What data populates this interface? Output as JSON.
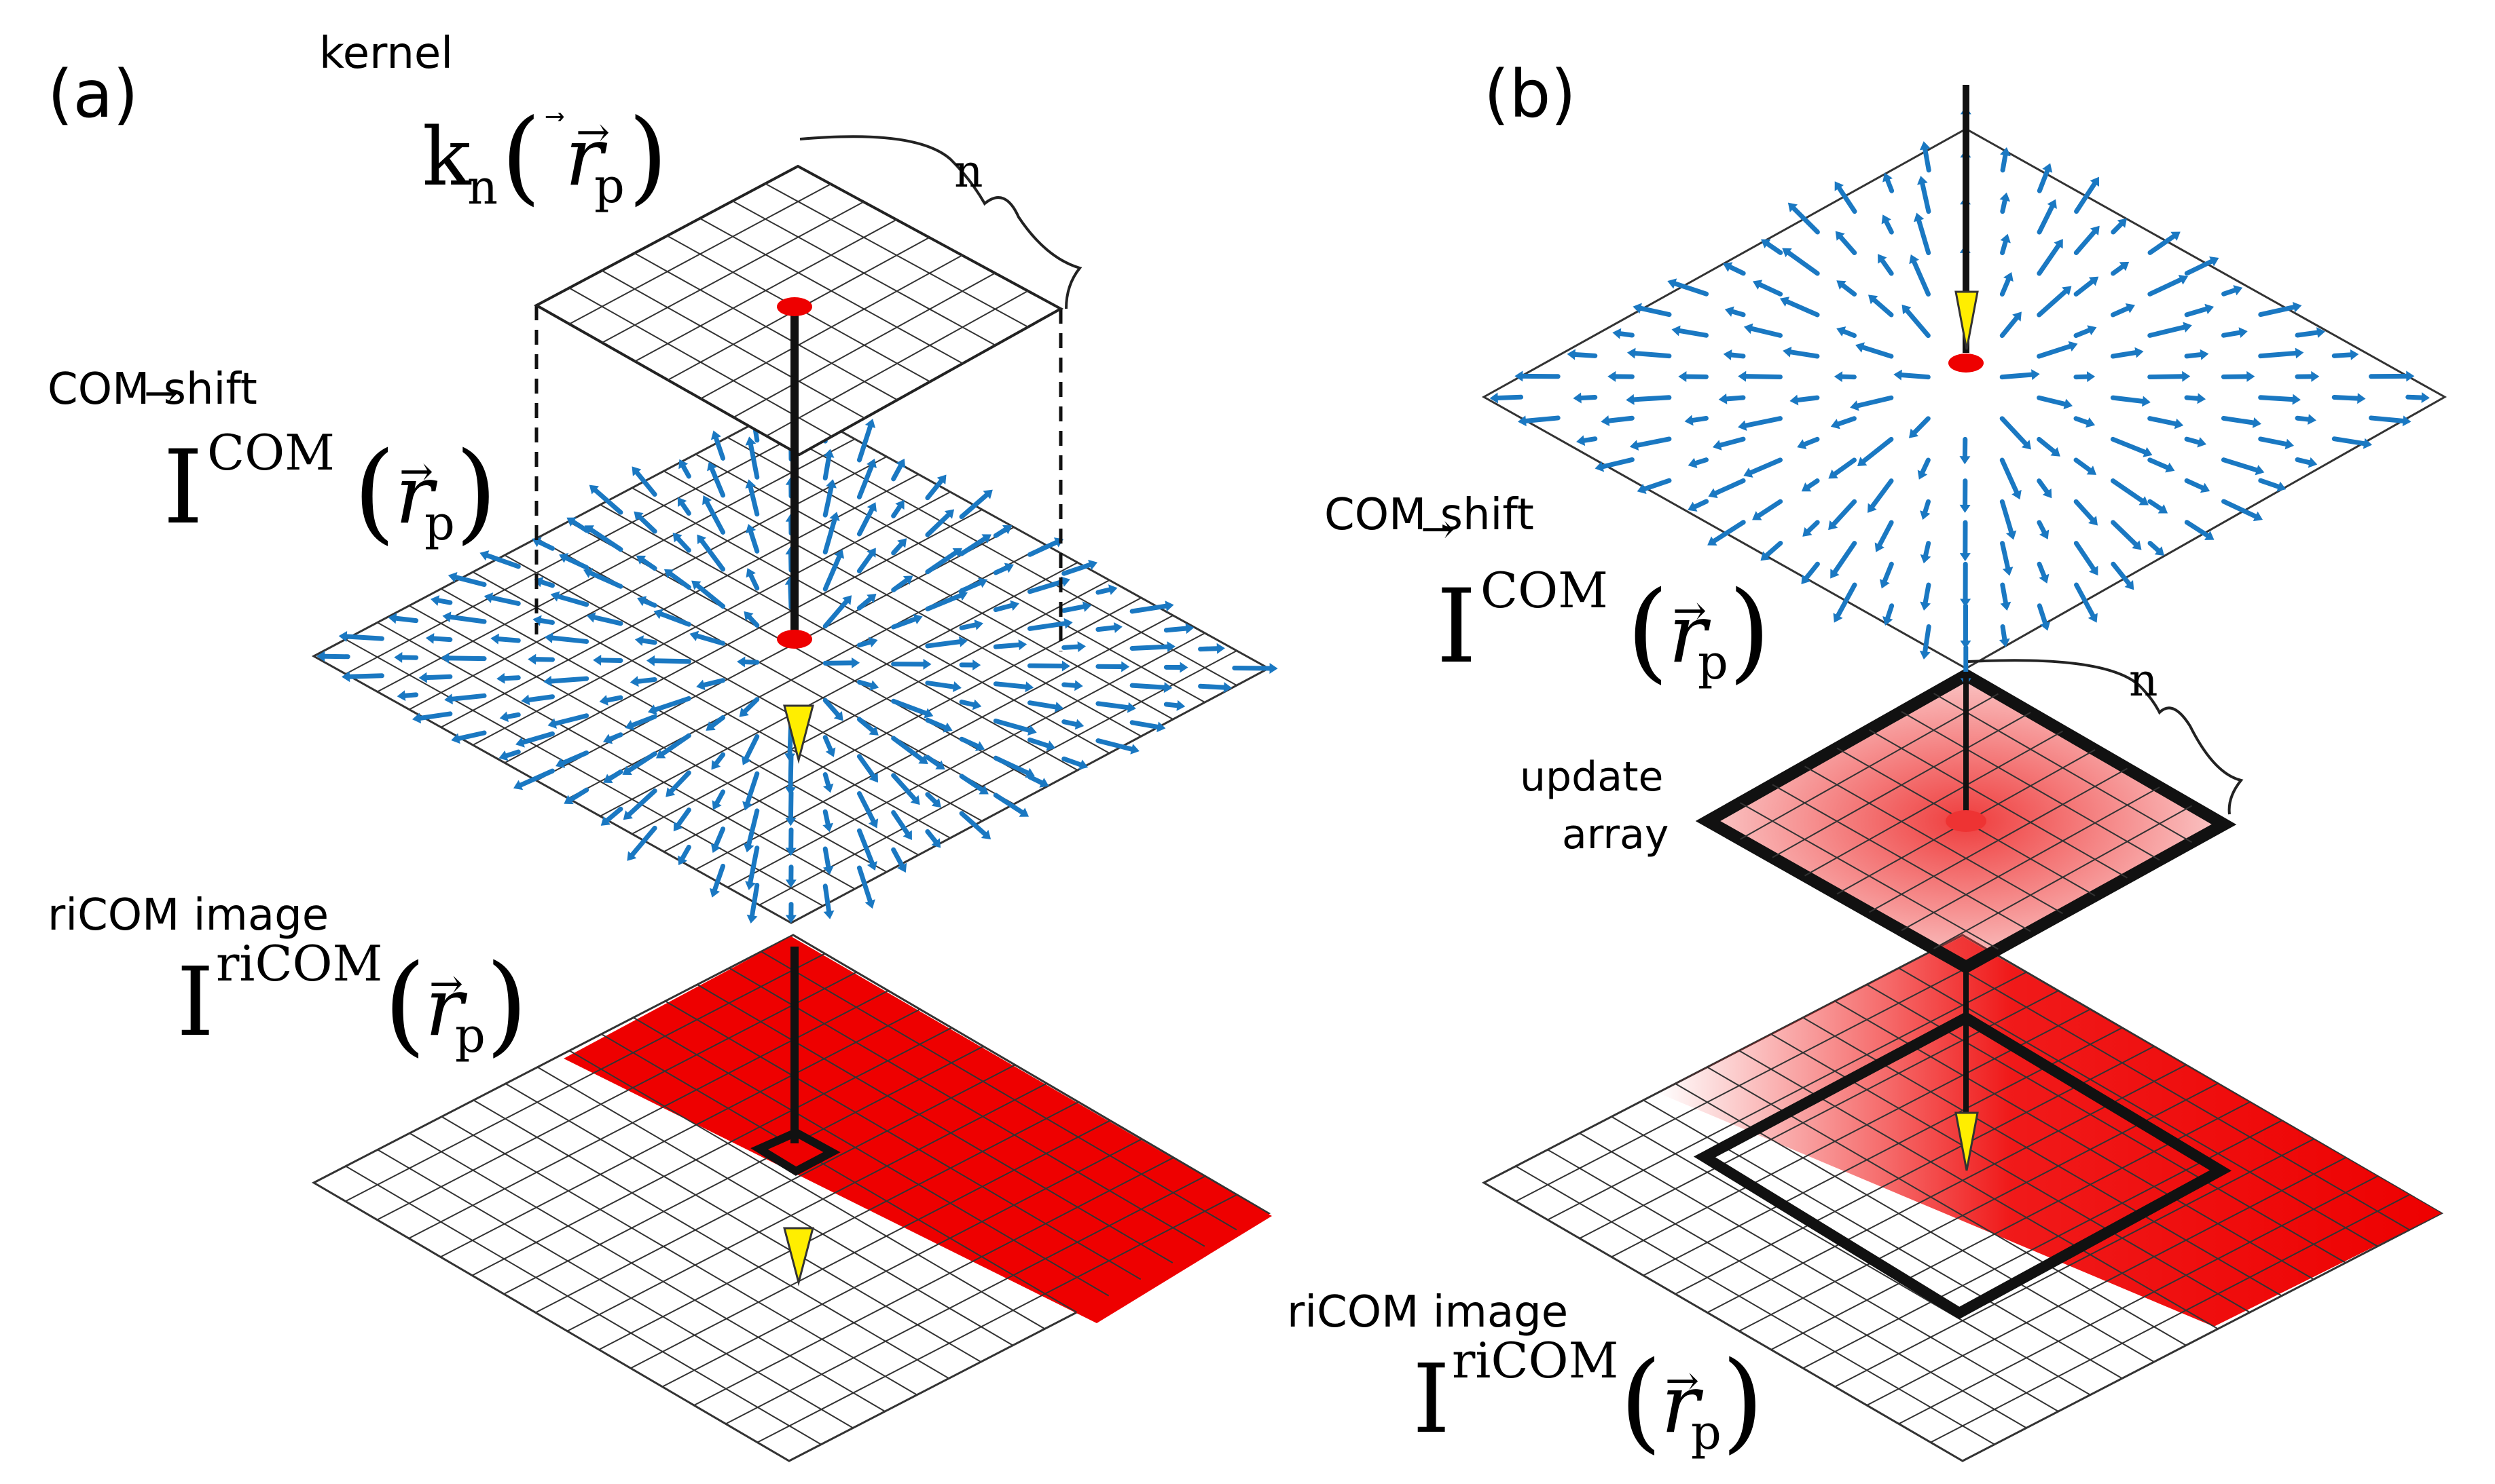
{
  "panel_a": {
    "tag": "(a)",
    "kernel_label": "kernel",
    "kernel_symbol": {
      "main": "k",
      "sub": "n",
      "arg": "r",
      "arg_sub": "p"
    },
    "size_label": "n",
    "com_label": "COM shift",
    "com_symbol": {
      "main": "I",
      "sup": "COM",
      "arg": "r",
      "arg_sub": "p"
    },
    "ricom_label": "riCOM image",
    "ricom_symbol": {
      "main": "I",
      "sup": "riCOM",
      "arg": "r",
      "arg_sub": "p"
    }
  },
  "panel_b": {
    "tag": "(b)",
    "com_label": "COM shift",
    "com_symbol": {
      "main": "I",
      "sup": "COM",
      "arg": "r",
      "arg_sub": "p"
    },
    "size_label": "n",
    "update_label_line1": "update",
    "update_label_line2": "array",
    "ricom_label": "riCOM image",
    "ricom_symbol": {
      "main": "I",
      "sup": "riCOM",
      "arg": "r",
      "arg_sub": "p"
    }
  },
  "colors": {
    "grid_line": "#333333",
    "vector_arrow": "#1a78c2",
    "filled_pixel": "#ee0000",
    "probe_dot": "#ee0000",
    "scan_arrow": "#ffee00",
    "axis_line": "#111111"
  }
}
